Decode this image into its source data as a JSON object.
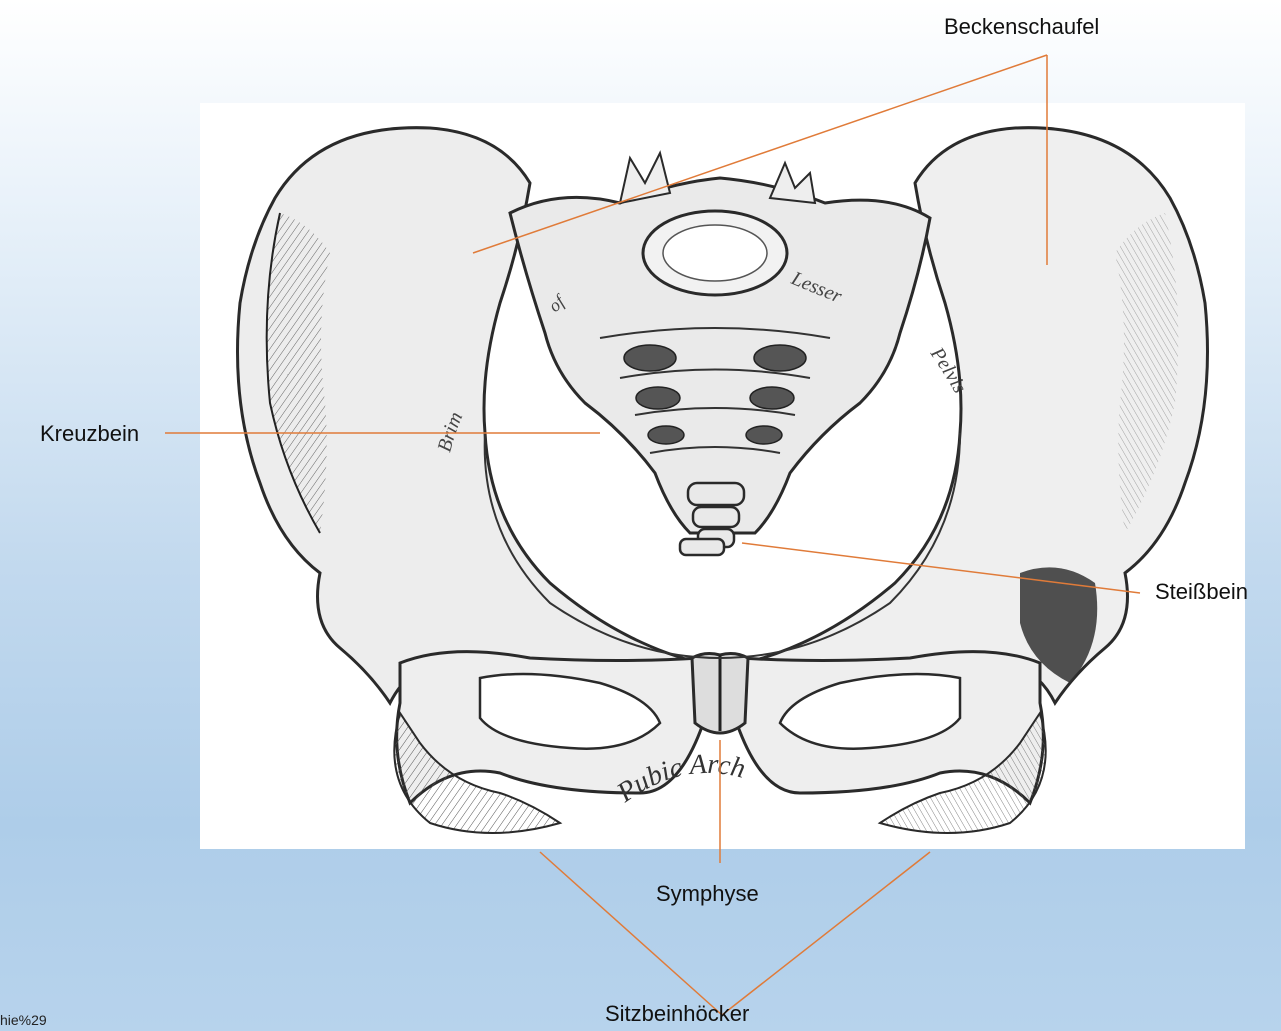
{
  "labels": {
    "beckenschaufel": "Beckenschaufel",
    "kreuzbein": "Kreuzbein",
    "steissbein": "Steißbein",
    "symphyse": "Symphyse",
    "sitzbeinhoecker": "Sitzbeinhöcker"
  },
  "engraving_text": {
    "brim": "Brim",
    "of": "of",
    "lesser": "Lesser",
    "pelvis": "Pelvis",
    "pubic_arch": "Pubic Arch"
  },
  "source_fragment": "hie%29",
  "colors": {
    "leader_line": "#e07b39",
    "bone_outline": "#2a2a2a",
    "bone_fill": "#eeeeee",
    "background_top": "#ffffff",
    "background_bottom": "#aecde9"
  }
}
